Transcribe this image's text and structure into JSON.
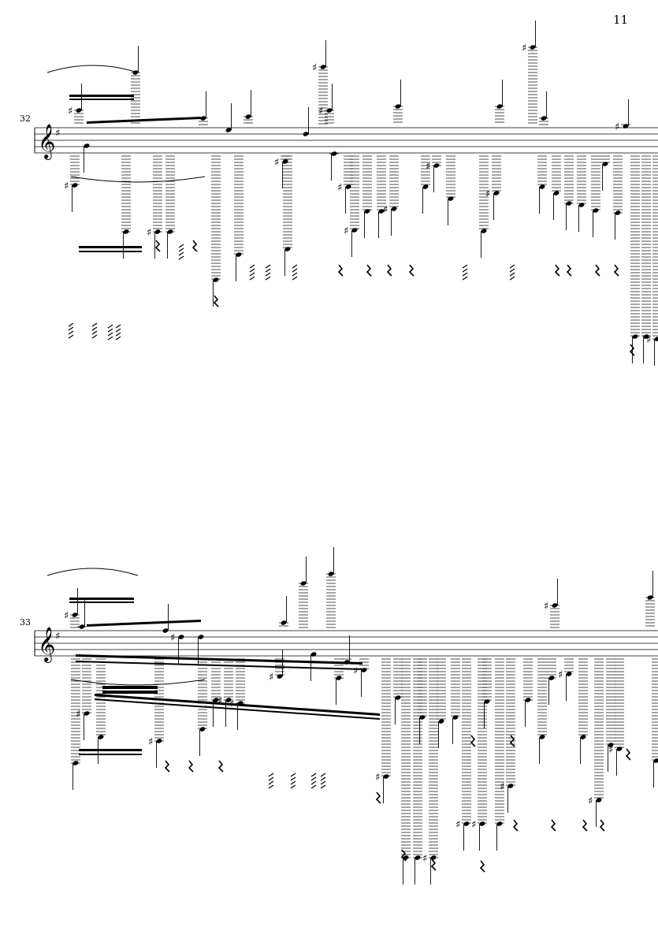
{
  "page": {
    "number": "11"
  },
  "systems": [
    {
      "measure_number": "32",
      "clef": "treble-clef",
      "accidental": "♯"
    },
    {
      "measure_number": "33",
      "clef": "treble-clef",
      "accidental": "♯"
    }
  ],
  "colors": {
    "ink": "#000000",
    "paper": "#ffffff"
  }
}
